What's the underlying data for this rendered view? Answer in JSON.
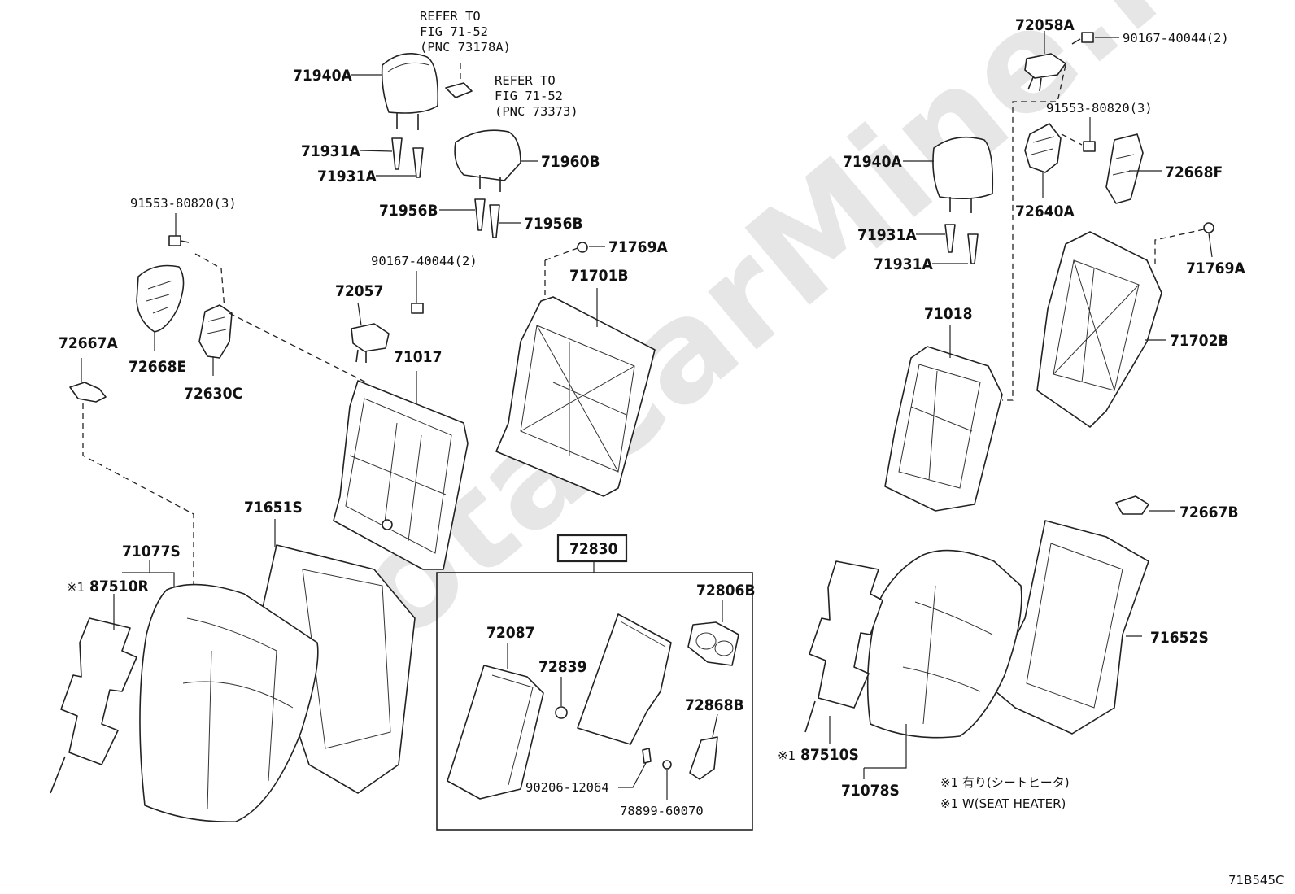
{
  "diagram": {
    "code": "71B545C",
    "watermark": "ToyotaCarMine.ru",
    "labels": {
      "p71940A_l": "71940A",
      "p71931A_l1": "71931A",
      "p71931A_l2": "71931A",
      "p71960B": "71960B",
      "p71956B_1": "71956B",
      "p71956B_2": "71956B",
      "p91553_l": "91553-80820(3)",
      "p72668E": "72668E",
      "p72630C": "72630C",
      "p72667A": "72667A",
      "p90167_l": "90167-40044(2)",
      "p72057": "72057",
      "p71017": "71017",
      "p71769A_l": "71769A",
      "p71701B": "71701B",
      "p71651S": "71651S",
      "p71077S": "71077S",
      "p87510R": "87510R",
      "p72830": "72830",
      "p72806B": "72806B",
      "p72087": "72087",
      "p72839": "72839",
      "p72868B": "72868B",
      "p90206": "90206-12064",
      "p78899": "78899-60070",
      "p72058A": "72058A",
      "p90167_r": "90167-40044(2)",
      "p91553_r": "91553-80820(3)",
      "p72640A": "72640A",
      "p72668F": "72668F",
      "p71940A_r": "71940A",
      "p71931A_r1": "71931A",
      "p71931A_r2": "71931A",
      "p71769A_r": "71769A",
      "p71018": "71018",
      "p71702B": "71702B",
      "p72667B": "72667B",
      "p71652S": "71652S",
      "p87510S": "87510S",
      "p71078S": "71078S"
    },
    "mark": "※1",
    "refer1": [
      "REFER TO",
      "FIG 71-52",
      "(PNC 73178A)"
    ],
    "refer2": [
      "REFER TO",
      "FIG 71-52",
      "(PNC 73373)"
    ],
    "notes": [
      "※1  有り(シートヒータ)",
      "※1  W(SEAT HEATER)"
    ]
  }
}
